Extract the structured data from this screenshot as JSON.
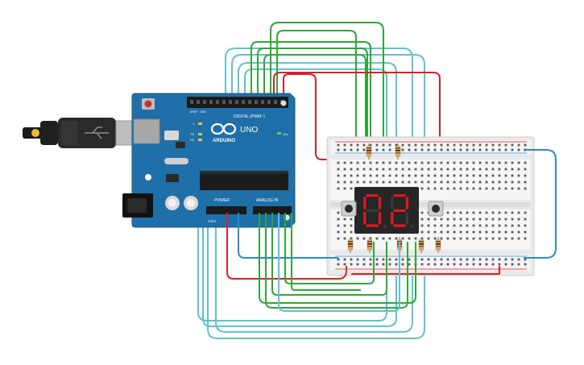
{
  "arduino": {
    "brand": "ARDUINO",
    "model": "UNO",
    "digital_label": "DIGITAL (PWM~)",
    "power_label": "POWER",
    "analog_label": "ANALOG IN",
    "on_label": "ON",
    "tx_label": "TX",
    "rx_label": "RX",
    "l_label": "L",
    "ioref_label": "IOREF",
    "aref_label": "AREF",
    "gnd_label": "GND"
  },
  "display": {
    "digit1": "0",
    "digit2": "2",
    "segment_color": "#e0191f"
  },
  "colors": {
    "board": "#1f6fa8",
    "breadboard": "#eeeeee",
    "wire_red": "#d8202a",
    "wire_green": "#2fa836",
    "wire_cyan": "#5fc2cc",
    "wire_blue": "#2a8ad4",
    "display_body": "#262626"
  },
  "icons": {
    "usb": "usb-cable-icon",
    "reset": "reset-button-icon",
    "power_jack": "dc-jack-icon"
  }
}
